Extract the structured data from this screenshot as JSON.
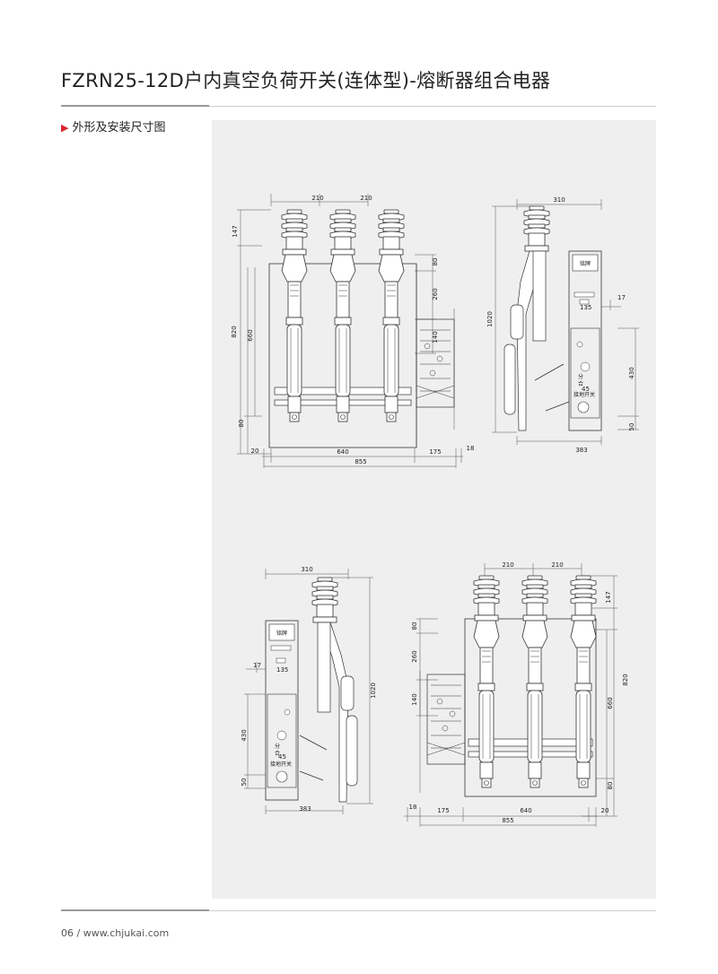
{
  "header": {
    "title": "FZRN25-12D户内真空负荷开关(连体型)-熔断器组合电器"
  },
  "section": {
    "arrow": "▶",
    "title": "外形及安装尺寸图"
  },
  "footer": {
    "page": "06",
    "separator": "/",
    "site": "www.chjukai.com"
  },
  "drawings": {
    "front_left": {
      "top_spacing_1": "210",
      "top_spacing_2": "210",
      "height_147": "147",
      "height_820": "820",
      "height_660": "660",
      "height_80_bottom": "80",
      "right_80": "80",
      "right_260": "260",
      "right_140": "140",
      "bottom_20": "20",
      "bottom_640": "640",
      "bottom_175": "175",
      "bottom_18": "18",
      "bottom_855": "855"
    },
    "side_right": {
      "width_310": "310",
      "height_1020": "1020",
      "dim_17": "17",
      "dim_135": "135",
      "dim_45": "45",
      "dim_430": "430",
      "dim_50": "50",
      "width_383": "383",
      "plate": "铭牌",
      "mark_a": "分",
      "mark_b": "合",
      "switch_label": "接地开关"
    },
    "side_left": {
      "width_310": "310",
      "height_1020": "1020",
      "dim_17": "17",
      "dim_135": "135",
      "dim_45": "45",
      "dim_430": "430",
      "dim_50": "50",
      "width_383": "383",
      "plate": "铭牌",
      "mark_a": "分",
      "mark_b": "合",
      "switch_label": "接地开关"
    },
    "front_right": {
      "top_spacing_1": "210",
      "top_spacing_2": "210",
      "height_147": "147",
      "height_820": "820",
      "height_660": "660",
      "height_80_bottom": "80",
      "left_80": "80",
      "left_260": "260",
      "left_140": "140",
      "bottom_18": "18",
      "bottom_175": "175",
      "bottom_640": "640",
      "bottom_20": "20",
      "bottom_855": "855"
    }
  }
}
